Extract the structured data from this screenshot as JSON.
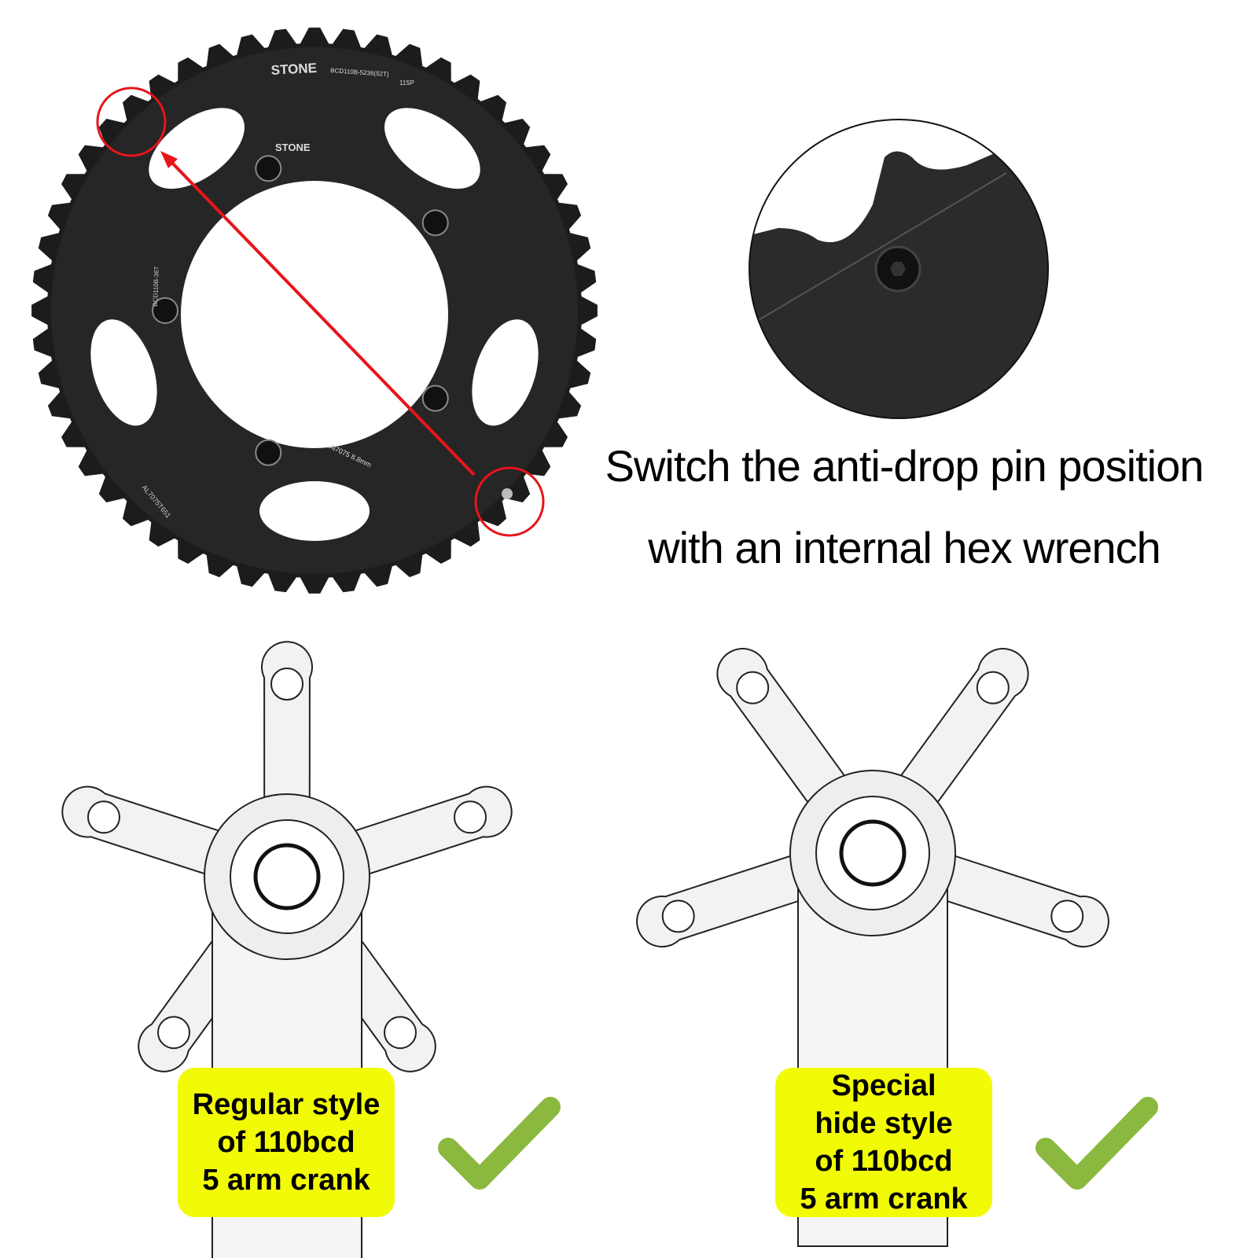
{
  "chainring": {
    "brand": "STONE",
    "outer_ring_text": "BCD110B-5236(52T)",
    "speed_text": "11SP",
    "inner_ring_text": "BCD110B-36T",
    "material_text": "AL7075T651",
    "bolt_text": "Al7075 8.8mm"
  },
  "caption": {
    "line1": "Switch the anti-drop pin position",
    "line2": "with an internal hex wrench"
  },
  "cranks": [
    {
      "label_lines": [
        "Regular style",
        "of 110bcd",
        "5 arm crank"
      ],
      "check": "check-icon"
    },
    {
      "label_lines": [
        "Special",
        "hide style",
        "of 110bcd",
        "5 arm crank"
      ],
      "check": "check-icon"
    }
  ],
  "colors": {
    "highlight": "#f2fb06",
    "check": "#8bb83f",
    "marker": "#e8141a",
    "metal": "#1c1c1c"
  }
}
